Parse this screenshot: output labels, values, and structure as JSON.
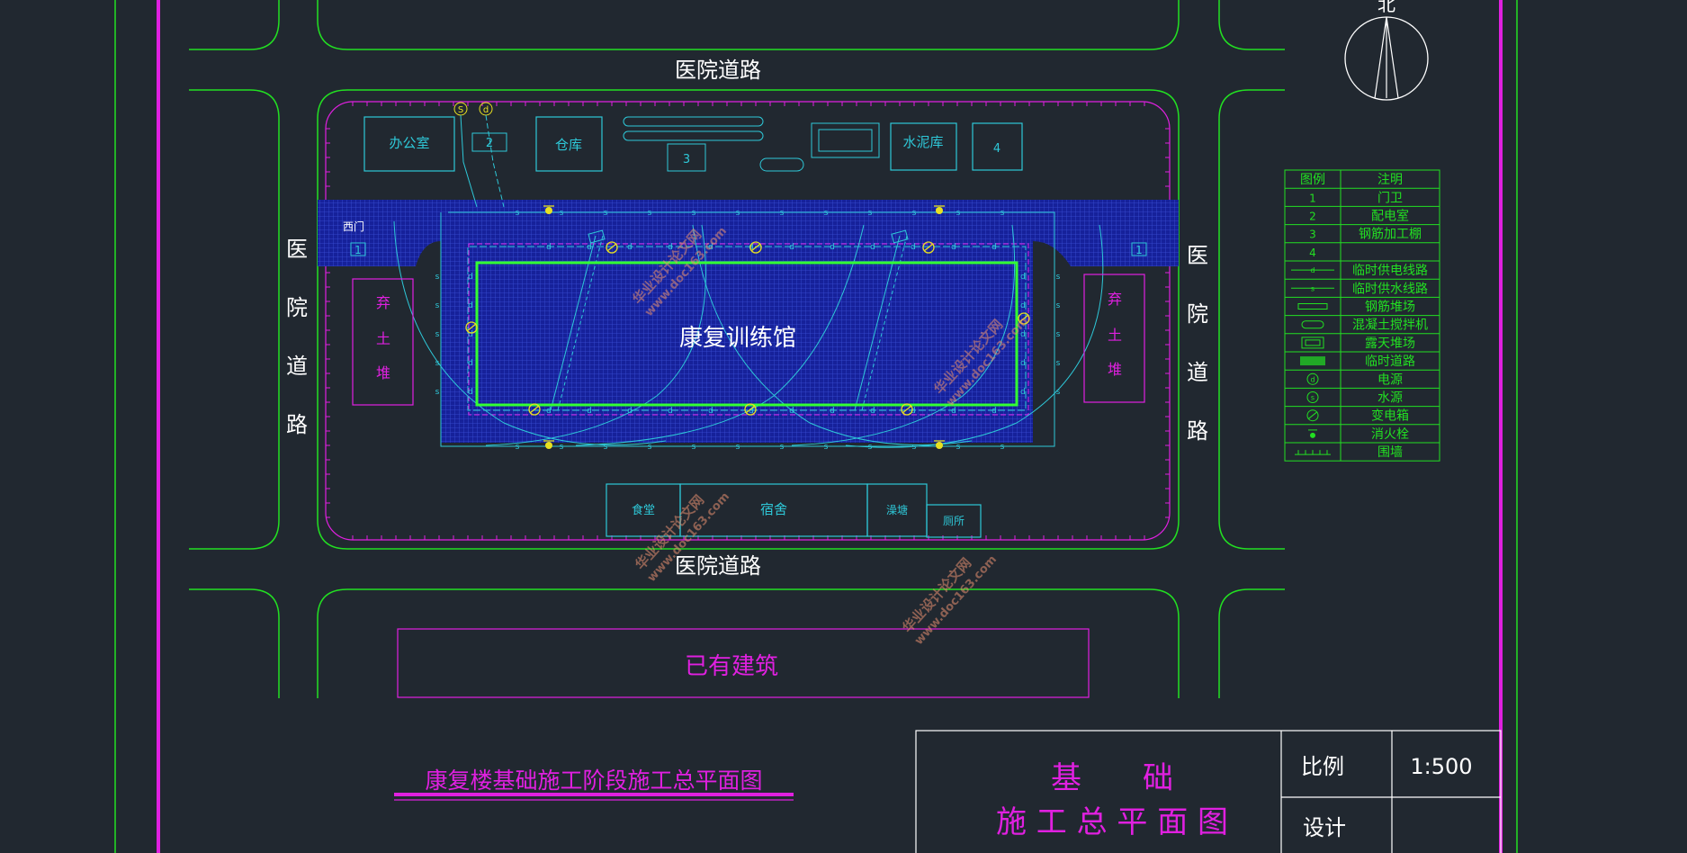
{
  "compass": {
    "label": "北"
  },
  "roads": {
    "north": "医院道路",
    "south": "医院道路",
    "west": [
      "医",
      "院",
      "道",
      "路"
    ],
    "east": [
      "医",
      "院",
      "道",
      "路"
    ]
  },
  "site": {
    "main_building": "康复训练馆",
    "existing_building": "已有建筑",
    "west_gate": "西门",
    "gate_mark_west": "1",
    "gate_mark_east": "1",
    "spoil_left": [
      "弃",
      "土",
      "堆"
    ],
    "spoil_right": [
      "弃",
      "土",
      "堆"
    ]
  },
  "facilities_top": {
    "office": "办公室",
    "power_room": "2",
    "warehouse": "仓库",
    "rebar_shed": "3",
    "cement": "水泥库",
    "item4": "4",
    "water_source": "S",
    "power_source": "d"
  },
  "facilities_bottom": {
    "canteen": "食堂",
    "dorm": "宿舍",
    "bath": "澡塘",
    "toilet": "厕所"
  },
  "legend": {
    "headers": [
      "图例",
      "注明"
    ],
    "rows": [
      {
        "symbol_type": "text",
        "symbol": "1",
        "note": "门卫"
      },
      {
        "symbol_type": "text",
        "symbol": "2",
        "note": "配电室"
      },
      {
        "symbol_type": "text",
        "symbol": "3",
        "note": "钢筋加工棚"
      },
      {
        "symbol_type": "text",
        "symbol": "4",
        "note": ""
      },
      {
        "symbol_type": "line-d",
        "symbol": "d",
        "note": "临时供电线路"
      },
      {
        "symbol_type": "line-s",
        "symbol": "s",
        "note": "临时供水线路"
      },
      {
        "symbol_type": "rect-long",
        "symbol": "",
        "note": "钢筋堆场"
      },
      {
        "symbol_type": "capsule",
        "symbol": "",
        "note": "混凝土搅拌机"
      },
      {
        "symbol_type": "rect-double",
        "symbol": "",
        "note": "露天堆场"
      },
      {
        "symbol_type": "hatch",
        "symbol": "",
        "note": "临时道路"
      },
      {
        "symbol_type": "circle",
        "symbol": "d",
        "note": "电源"
      },
      {
        "symbol_type": "circle",
        "symbol": "s",
        "note": "水源"
      },
      {
        "symbol_type": "circle-slash",
        "symbol": "",
        "note": "变电箱"
      },
      {
        "symbol_type": "hydrant",
        "symbol": "",
        "note": "消火栓"
      },
      {
        "symbol_type": "fence",
        "symbol": "",
        "note": "围墙"
      }
    ]
  },
  "watermark": [
    "华业设计论文网",
    "www.doc163.com"
  ],
  "drawing_title": "康复楼基础施工阶段施工总平面图",
  "title_block": {
    "name_line1": "基　　础",
    "name_line2": "施 工 总 平 面 图",
    "scale_label": "比例",
    "scale_value": "1:500",
    "design_label": "设计"
  },
  "colors": {
    "background": "#212830",
    "road": "#22e022",
    "magenta": "#e020e0",
    "cyan": "#2ec8d8",
    "building": "#33ff33",
    "hatch": "#1a2fb8",
    "yellow": "#e8e020",
    "white": "#ffffff"
  }
}
